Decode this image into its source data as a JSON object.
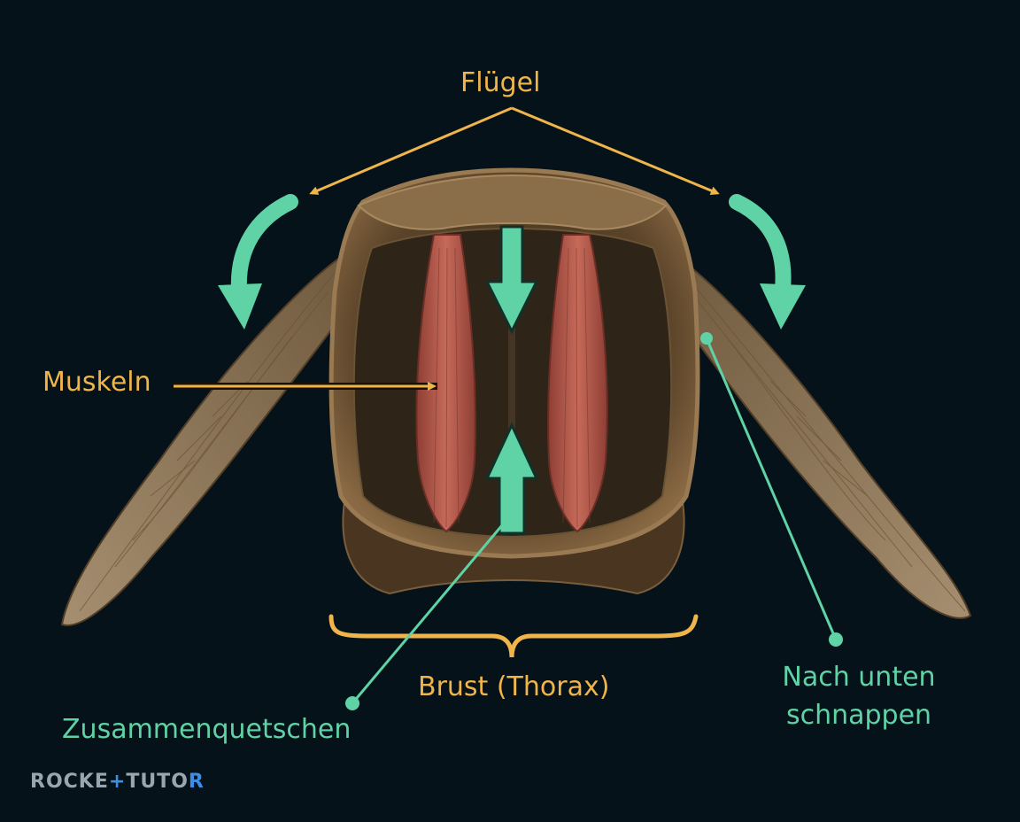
{
  "colors": {
    "background": "#06121a",
    "orange": "#f0b54a",
    "green": "#5fd3a6",
    "muscle": "#b55a4d",
    "exoskeleton": "#8a6a44",
    "wing": "#9e8462",
    "logo_grey": "#9aa6ad",
    "logo_blue": "#3a8ee6"
  },
  "labels": {
    "wings": "Flügel",
    "muscles": "Muskeln",
    "thorax": "Brust (Thorax)",
    "squeeze": "Zusammenquetschen",
    "snap_line1": "Nach unten",
    "snap_line2": "schnappen"
  },
  "logo": {
    "part1": "ROCKE",
    "mark": "+",
    "part2": "TUTO",
    "part3": "R"
  },
  "icons": [
    "down-arrow-icon",
    "up-arrow-icon",
    "curved-arrow-icon",
    "brace-icon"
  ]
}
